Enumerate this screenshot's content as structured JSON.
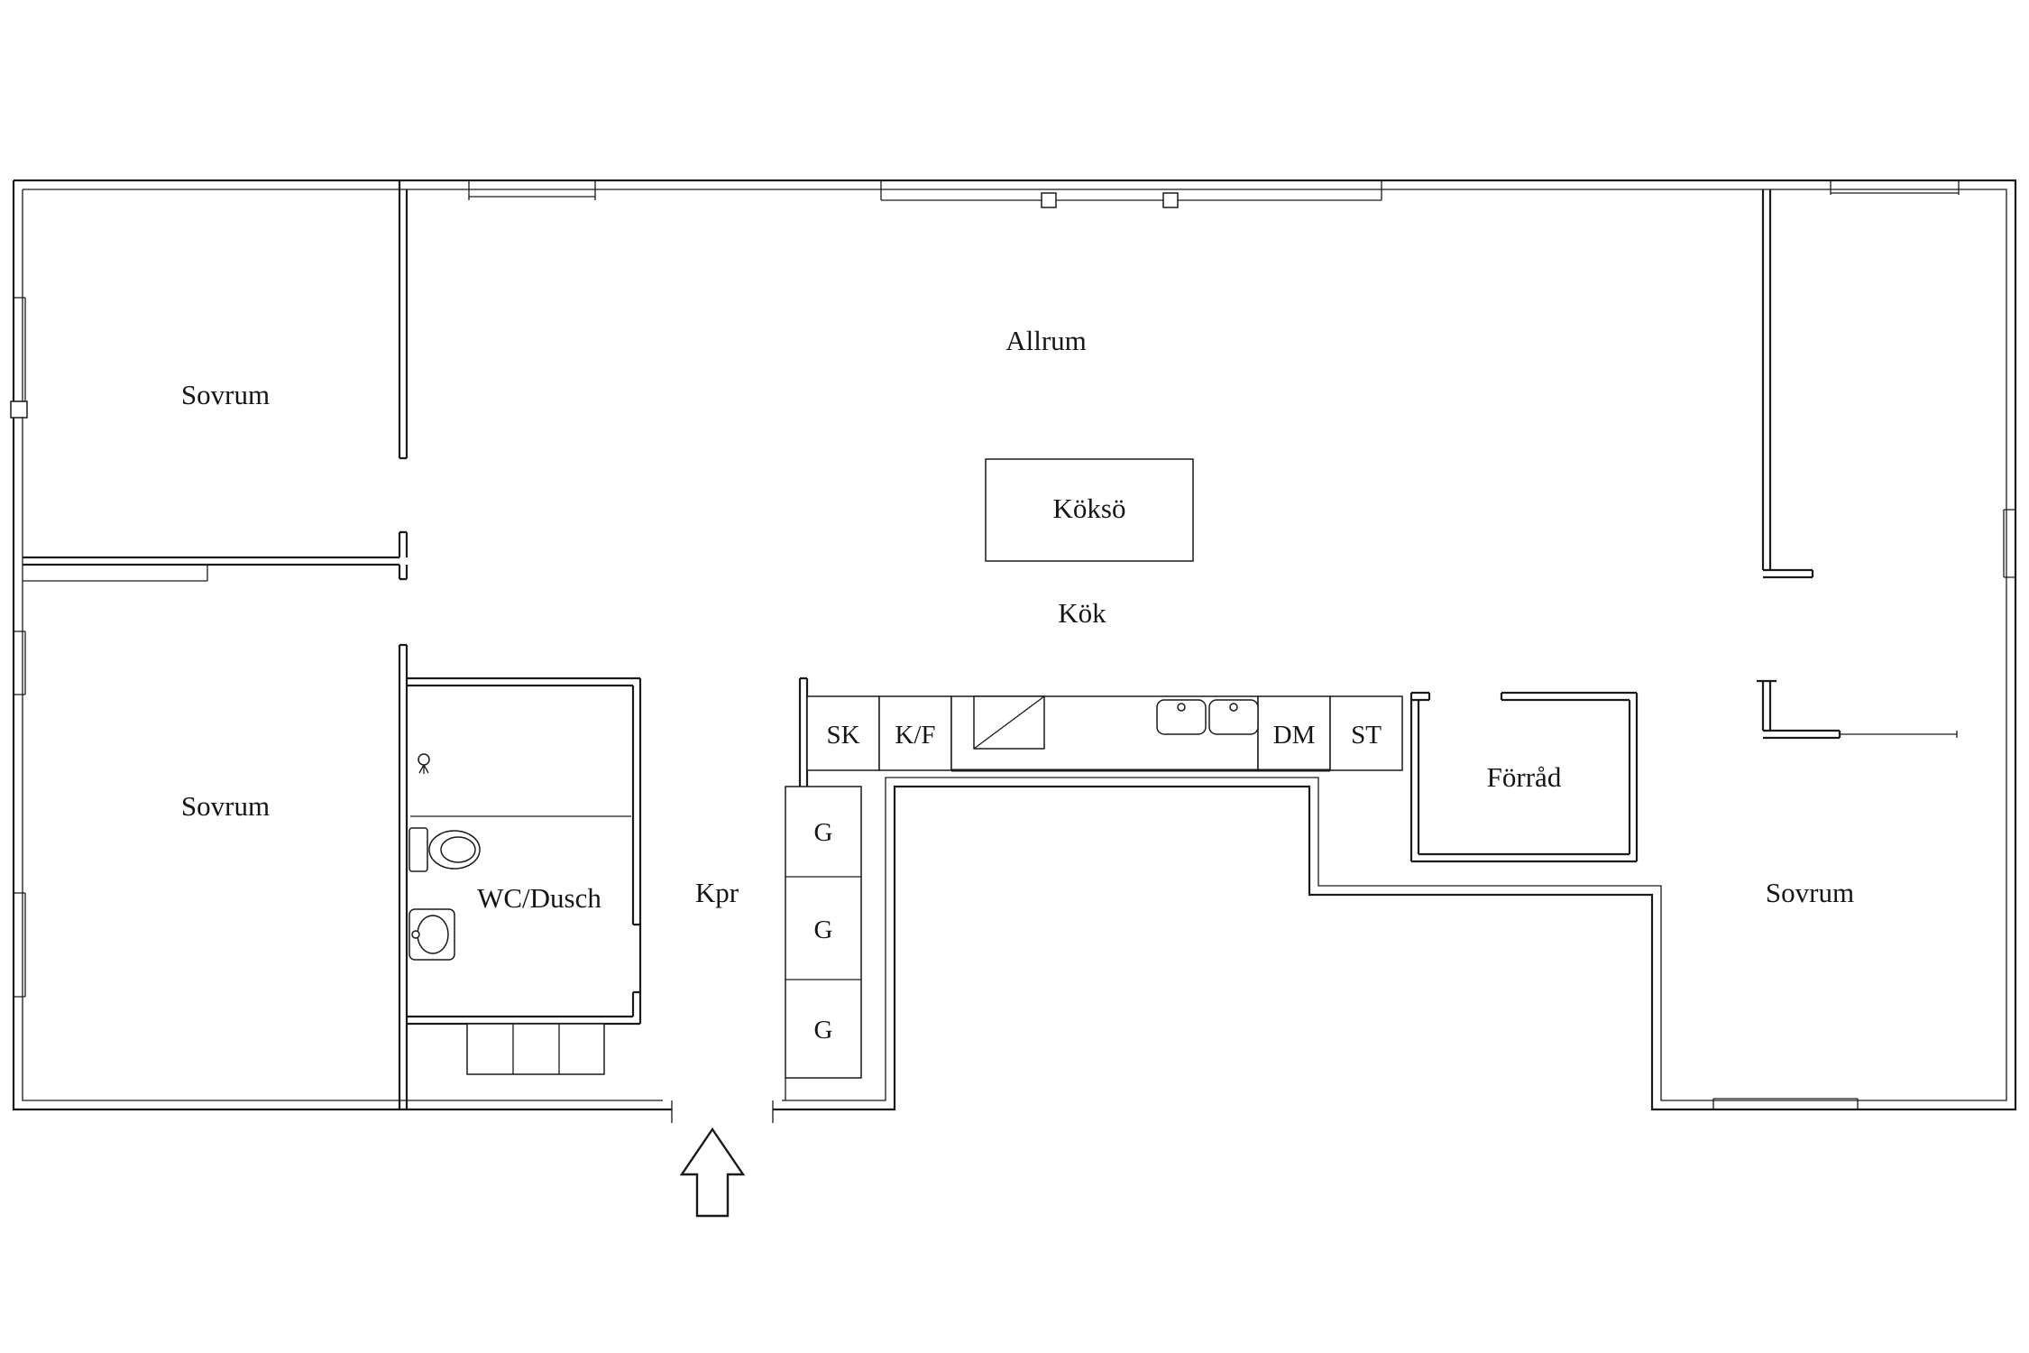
{
  "floor_plan": {
    "rooms": {
      "bedroom_top_left": {
        "label": "Sovrum"
      },
      "living_room": {
        "label": "Allrum"
      },
      "kitchen_island": {
        "label": "Köksö"
      },
      "kitchen": {
        "label": "Kök"
      },
      "bedroom_bottom_left": {
        "label": "Sovrum"
      },
      "bathroom": {
        "label": "WC/Dusch"
      },
      "entrance_hall": {
        "label": "Kpr"
      },
      "storage": {
        "label": "Förråd"
      },
      "bedroom_right": {
        "label": "Sovrum"
      }
    },
    "kitchen_units": {
      "sk": {
        "label": "SK"
      },
      "kf": {
        "label": "K/F"
      },
      "dm": {
        "label": "DM"
      },
      "st": {
        "label": "ST"
      },
      "g1": {
        "label": "G"
      },
      "g2": {
        "label": "G"
      },
      "g3": {
        "label": "G"
      }
    },
    "colors": {
      "line": "#1a1a1a",
      "background": "#ffffff"
    }
  }
}
